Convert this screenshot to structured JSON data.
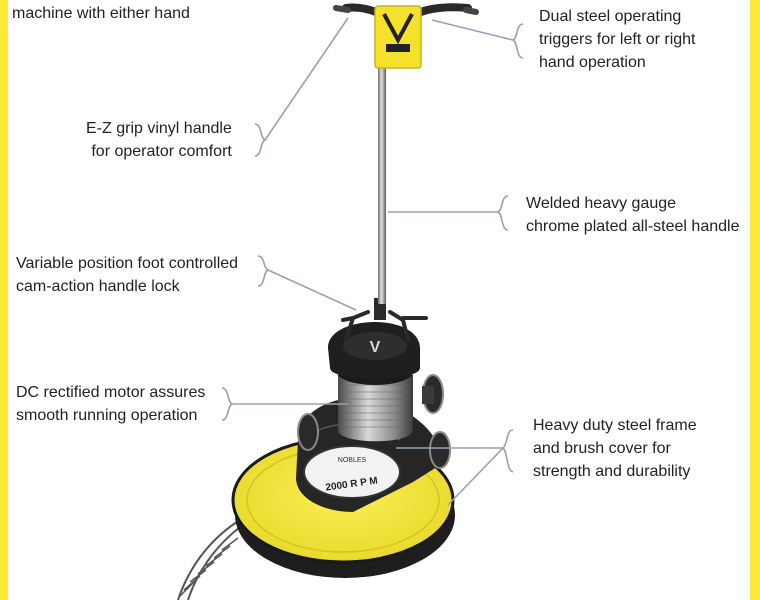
{
  "callouts": [
    {
      "id": "either-hand",
      "lines": [
        "machine with either hand"
      ]
    },
    {
      "id": "triggers",
      "lines": [
        "Dual steel operating",
        "triggers for left or right",
        "hand operation"
      ]
    },
    {
      "id": "grip",
      "lines": [
        "E-Z grip vinyl handle",
        "for operator comfort"
      ]
    },
    {
      "id": "handle",
      "lines": [
        "Welded heavy gauge",
        "chrome plated all-steel handle"
      ]
    },
    {
      "id": "handle-lock",
      "lines": [
        "Variable position foot controlled",
        "cam-action handle lock"
      ]
    },
    {
      "id": "motor",
      "lines": [
        "DC rectified motor assures",
        "smooth running operation"
      ]
    },
    {
      "id": "frame",
      "lines": [
        "Heavy duty steel frame",
        "and brush cover for",
        "strength and durability"
      ]
    }
  ],
  "product_markings": {
    "rpm_label": "2000 R P M",
    "brand_label": "NOBLES"
  },
  "colors": {
    "border": "#fde93a",
    "pad": "#f6e83a",
    "body": "#2a2a2a",
    "chrome": "#a8a8a8",
    "leader": "#9aa0b4"
  }
}
